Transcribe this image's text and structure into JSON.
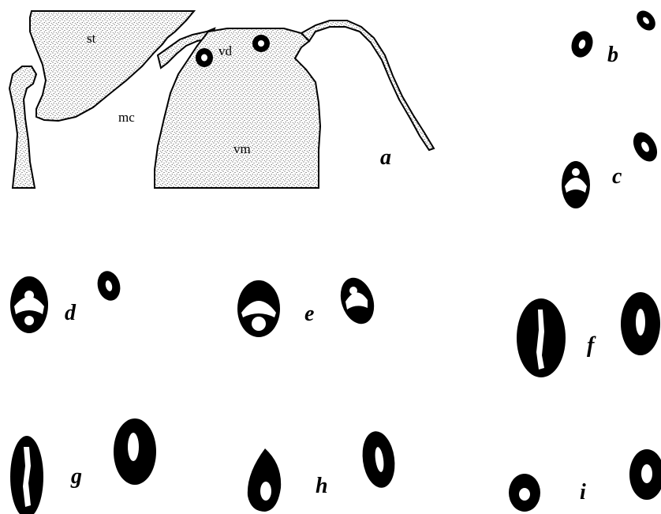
{
  "figure": {
    "tissue_labels": {
      "st": "st",
      "vd": "vd",
      "mc": "mc",
      "vm": "vm"
    },
    "panel_labels": {
      "a": "a",
      "b": "b",
      "c": "c",
      "d": "d",
      "e": "e",
      "f": "f",
      "g": "g",
      "h": "h",
      "i": "i"
    },
    "colors": {
      "ink": "#000000",
      "background": "#ffffff",
      "stipple": "#000000"
    }
  }
}
